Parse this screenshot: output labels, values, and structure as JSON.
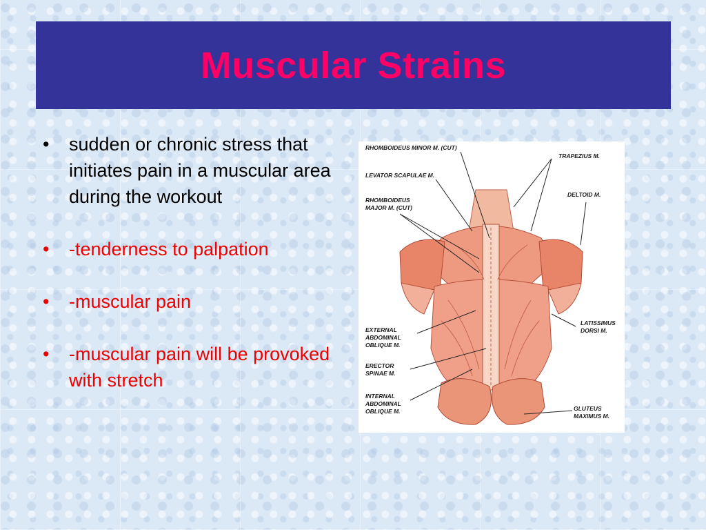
{
  "slide": {
    "title": "Muscular Strains",
    "bullets": [
      {
        "text": "sudden or chronic stress that initiates pain in a muscular area during the workout"
      },
      {
        "text": "-tenderness to palpation"
      },
      {
        "text": "-muscular pain"
      },
      {
        "text": "-muscular pain will be provoked with stretch"
      }
    ],
    "bullet_glyph": "•",
    "colors": {
      "title_bg": "#333399",
      "title_text": "#ff0066",
      "bullet_red": "#ee0000",
      "bullet_black": "#000000"
    }
  },
  "figure": {
    "labels": {
      "rhomboideus_minor": "RHOMBOIDEUS MINOR M. (CUT)",
      "trapezius": "TRAPEZIUS M.",
      "levator_scapulae": "LEVATOR SCAPULAE M.",
      "deltoid": "DELTOID M.",
      "rhomboideus_major_1": "RHOMBOIDEUS",
      "rhomboideus_major_2": "MAJOR M. (CUT)",
      "latissimus_1": "LATISSIMUS",
      "latissimus_2": "DORSI M.",
      "ext_oblique_1": "EXTERNAL",
      "ext_oblique_2": "ABDOMINAL",
      "ext_oblique_3": "OBLIQUE M.",
      "erector_1": "ERECTOR",
      "erector_2": "SPINAE M.",
      "int_oblique_1": "INTERNAL",
      "int_oblique_2": "ABDOMINAL",
      "int_oblique_3": "OBLIQUE M.",
      "gluteus_1": "GLUTEUS",
      "gluteus_2": "MAXIMUS M."
    }
  }
}
